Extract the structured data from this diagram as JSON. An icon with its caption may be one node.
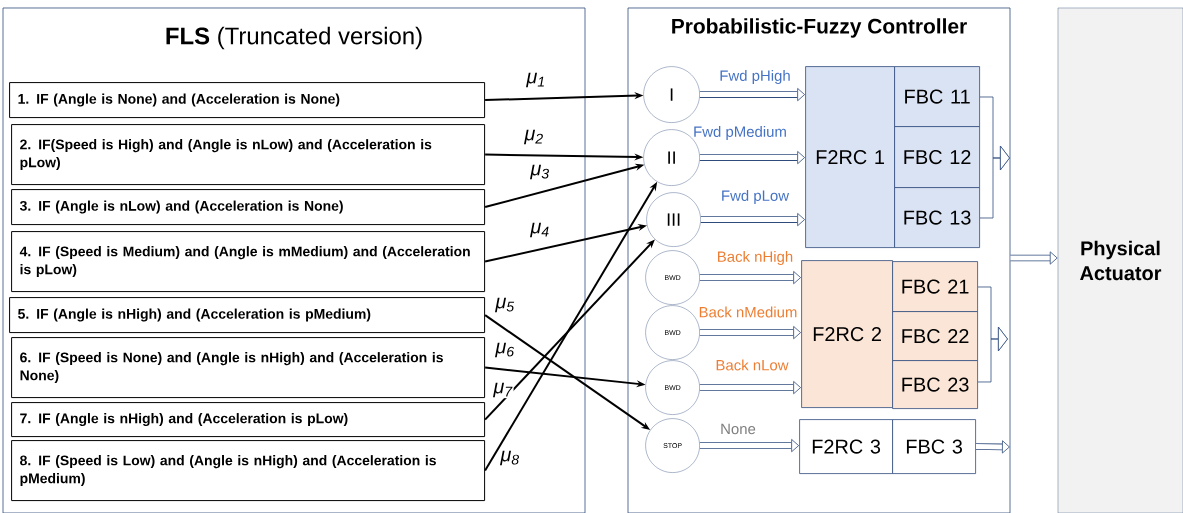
{
  "diagram": {
    "nodes": [
      {
        "text": [
          "**FLS** (Truncated version)"
        ]
      },
      {
        "text": [
          "Probabilistic-Fuzzy Controller"
        ]
      },
      {
        "text": [
          "Physical Actuator"
        ]
      },
      {
        "text": [
          "1. IF (Angle is None) and (Acceleration is None)"
        ],
        "in": 0
      },
      {
        "text": [
          "2. IF(Speed is High) and (Angle is nLow) and (Acceleration is pLow)"
        ],
        "in": 0
      },
      {
        "text": [
          "3. IF (Angle is nLow) and (Acceleration is None)"
        ],
        "in": 0
      },
      {
        "text": [
          "4. IF (Speed is Medium) and (Angle is mMedium) and (Acceleration is pLow)"
        ],
        "in": 0
      },
      {
        "text": [
          "5. IF (Angle is nHigh) and (Acceleration is pMedium)"
        ],
        "in": 0
      },
      {
        "text": [
          "6. IF (Speed is None) and (Angle is nHigh) and (Acceleration is None)"
        ],
        "in": 0
      },
      {
        "text": [
          "7. IF (Angle is nHigh) and (Acceleration is pLow)"
        ],
        "in": 0
      },
      {
        "text": [
          "8. IF (Speed is Low) and (Angle is nHigh) and (Acceleration is pMedium)"
        ],
        "in": 0
      },
      {
        "text": [
          "I"
        ],
        "in": 1
      },
      {
        "text": [
          "II"
        ],
        "in": 1
      },
      {
        "text": [
          "III"
        ],
        "in": 1
      },
      {
        "text": [
          "BWD"
        ],
        "in": 1
      },
      {
        "text": [
          "BWD"
        ],
        "in": 1
      },
      {
        "text": [
          "BWD"
        ],
        "in": 1
      },
      {
        "text": [
          "STOP"
        ],
        "in": 1
      },
      {
        "text": [
          "F2RC 1"
        ],
        "in": 1
      },
      {
        "text": [
          "FBC 11"
        ],
        "in": 1
      },
      {
        "text": [
          "FBC 12"
        ],
        "in": 1
      },
      {
        "text": [
          "FBC 13"
        ],
        "in": 1
      },
      {
        "text": [
          "F2RC 2"
        ],
        "in": 1
      },
      {
        "text": [
          "FBC 21"
        ],
        "in": 1
      },
      {
        "text": [
          "FBC 22"
        ],
        "in": 1
      },
      {
        "text": [
          "FBC 23"
        ],
        "in": 1
      },
      {
        "text": [
          "F2RC 3"
        ],
        "in": 1
      },
      {
        "text": [
          "FBC 3"
        ],
        "in": 1
      }
    ],
    "edges": [
      {
        "from": 3,
        "to": 11,
        "arrow": "to",
        "label": "μ$_{1}$",
        "color": "#000000"
      },
      {
        "from": 4,
        "to": 12,
        "arrow": "to",
        "label": "μ$_{2}$",
        "color": "#000000"
      },
      {
        "from": 5,
        "to": 12,
        "arrow": "to",
        "label": "μ$_{3}$",
        "color": "#000000"
      },
      {
        "from": 6,
        "to": 13,
        "arrow": "to",
        "label": "μ$_{4}$",
        "color": "#000000"
      },
      {
        "from": 7,
        "to": 17,
        "arrow": "to",
        "label": "μ$_{5}$",
        "color": "#000000"
      },
      {
        "from": 8,
        "to": 16,
        "arrow": "to",
        "label": "μ$_{6}$",
        "color": "#000000"
      },
      {
        "from": 9,
        "to": 13,
        "arrow": "to",
        "label": "μ$_{7}$",
        "color": "#000000"
      },
      {
        "from": 10,
        "to": 12,
        "arrow": "to",
        "label": "μ$_{8}$",
        "color": "#000000"
      },
      {
        "from": 11,
        "to": 18,
        "arrow": "to",
        "label": "Fwd pHigh",
        "style": "thick"
      },
      {
        "from": 12,
        "to": 18,
        "arrow": "to",
        "label": "Fwd pMedium",
        "style": "thick"
      },
      {
        "from": 13,
        "to": 18,
        "arrow": "to",
        "label": "Fwd pLow",
        "style": "thick"
      },
      {
        "from": 14,
        "to": 22,
        "arrow": "to",
        "label": "Back nHigh",
        "style": "thick"
      },
      {
        "from": 15,
        "to": 22,
        "arrow": "to",
        "label": "Back nMedium",
        "style": "thick"
      },
      {
        "from": 16,
        "to": 22,
        "arrow": "to",
        "label": "Back nLow",
        "style": "thick"
      },
      {
        "from": 17,
        "to": 26,
        "arrow": "to",
        "label": "None",
        "style": "thick"
      },
      {
        "from": 19,
        "to": null,
        "arrow": "to"
      },
      {
        "from": 21,
        "to": null,
        "arrow": "to"
      },
      {
        "from": 23,
        "to": null,
        "arrow": "to"
      },
      {
        "from": 25,
        "to": null,
        "arrow": "to"
      },
      {
        "from": 27,
        "to": null,
        "arrow": "to",
        "style": "thick"
      },
      {
        "from": 1,
        "to": 2,
        "arrow": "to",
        "style": "thick"
      }
    ]
  }
}
